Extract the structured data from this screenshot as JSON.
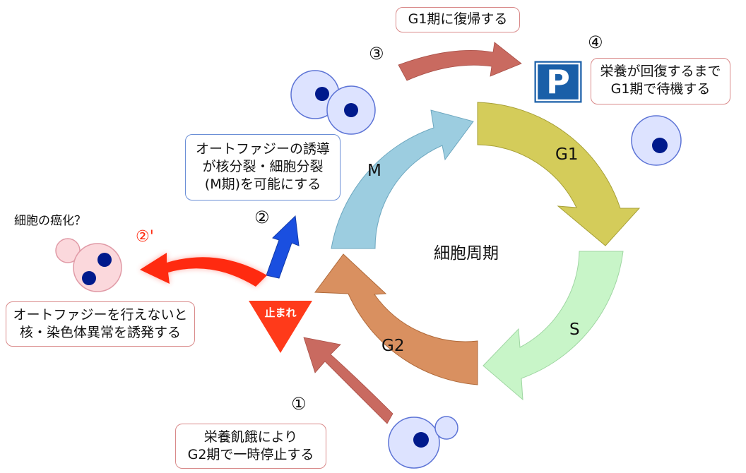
{
  "center_label": "細胞周期",
  "phases": {
    "g1": "G1",
    "s": "S",
    "g2": "G2",
    "m": "M"
  },
  "stop_sign": "止まれ",
  "parking_sign": "P",
  "step_markers": {
    "one": "①",
    "two": "②",
    "two_prime": "②'",
    "three": "③",
    "four": "④"
  },
  "boxes": {
    "starvation": [
      "栄養飢餓により",
      "G2期で一時停止する"
    ],
    "autophagy_induction": [
      "オートファジーの誘導",
      "が核分裂・細胞分裂",
      "(M期)を可能にする"
    ],
    "no_autophagy": [
      "オートファジーを行えないと",
      "核・染色体異常を誘発する"
    ],
    "return_g1": [
      "G1期に復帰する"
    ],
    "wait_g1": [
      "栄養が回復するまで",
      "G1期で待機する"
    ]
  },
  "canceration_label": "細胞の癌化？",
  "colors": {
    "g1_arrow": "#d4cc5a",
    "s_arrow": "#c8f5c8",
    "g2_arrow": "#d99060",
    "m_arrow": "#9ccde0",
    "path_arrow": "#c96a60",
    "blue_arrow": "#1a4fe0",
    "red_arrow": "#ff2a10",
    "stop_sign": "#ff3a1a",
    "parking_sign": "#1a5fa8",
    "cell_fill": "#dde3ff",
    "nucleus": "#001a8c",
    "abnormal_cell_fill": "#fbd8dc"
  }
}
